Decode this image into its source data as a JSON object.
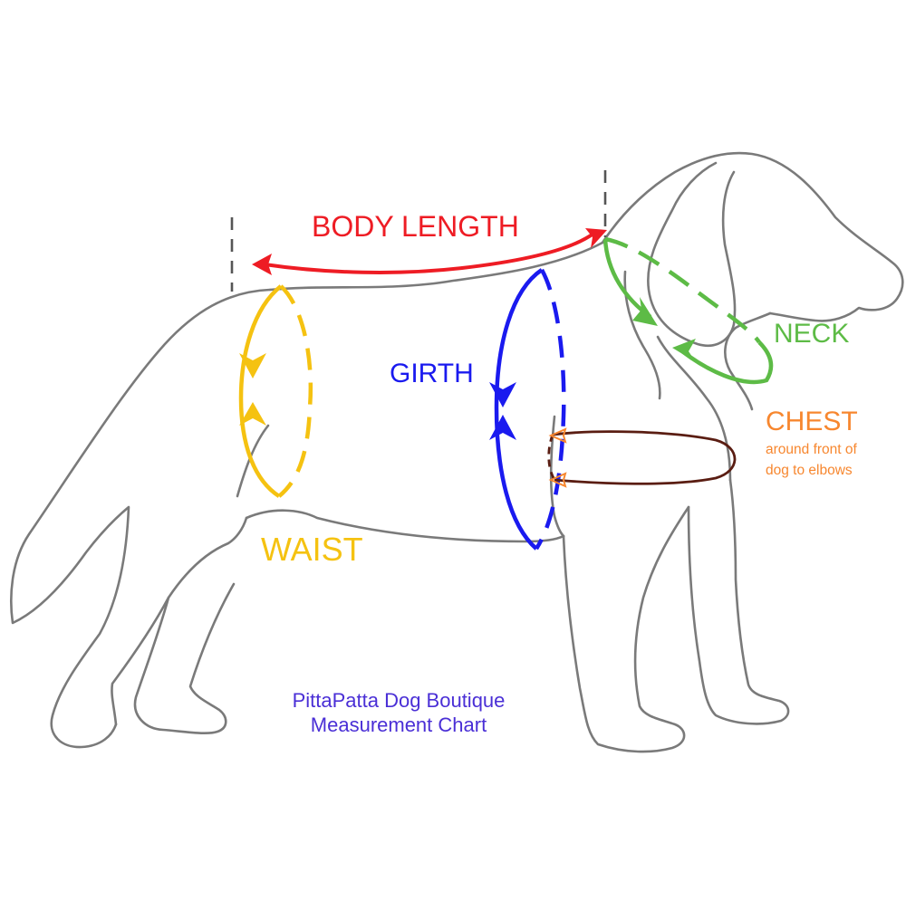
{
  "labels": {
    "body_length": "BODY LENGTH",
    "neck": "NECK",
    "girth": "GIRTH",
    "chest": "CHEST",
    "chest_note_line1": "around front of",
    "chest_note_line2": "dog to elbows",
    "waist": "WAIST"
  },
  "caption": {
    "line1": "PittaPatta Dog Boutique",
    "line2": "Measurement Chart"
  },
  "colors": {
    "body_length": "#ee1c24",
    "neck": "#5dbb46",
    "girth": "#1a1aef",
    "chest_text": "#f7872f",
    "chest_ring": "#5a1d12",
    "waist": "#f5c211",
    "caption": "#4a2fd6",
    "outline": "#7a7a7a"
  },
  "icons": {
    "dog": "dog-outline-icon"
  }
}
